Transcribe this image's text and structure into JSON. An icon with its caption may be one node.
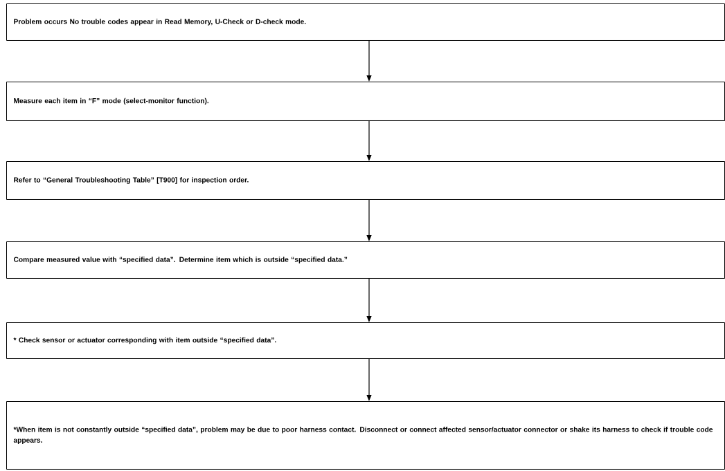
{
  "diagram": {
    "nodes": [
      {
        "text": [
          "Problem occurs No trouble codes appear in Read Memory, U-Check or D-check mode."
        ]
      },
      {
        "text": [
          "Measure each item in “F” mode (select-monitor function)."
        ]
      },
      {
        "text": [
          "Refer to “General Troubleshooting Table” [T900] for inspection order."
        ]
      },
      {
        "text": [
          "Compare measured value with “specified data”. Determine item which is outside “specified data.”"
        ]
      },
      {
        "text": [
          "* Check sensor or actuator corresponding with item outside “specified data”."
        ]
      },
      {
        "text": [
          "*When item is not constantly outside “specified data”, problem may be due to poor harness contact. Disconnect or connect affected sensor/actuator connector or shake its harness to check if trouble code appears."
        ]
      }
    ],
    "edges": [
      {
        "from": 0,
        "to": 1,
        "arrow": "to"
      },
      {
        "from": 1,
        "to": 2,
        "arrow": "to"
      },
      {
        "from": 2,
        "to": 3,
        "arrow": "to"
      },
      {
        "from": 3,
        "to": 4,
        "arrow": "to"
      },
      {
        "from": 4,
        "to": 5,
        "arrow": "to"
      }
    ]
  }
}
